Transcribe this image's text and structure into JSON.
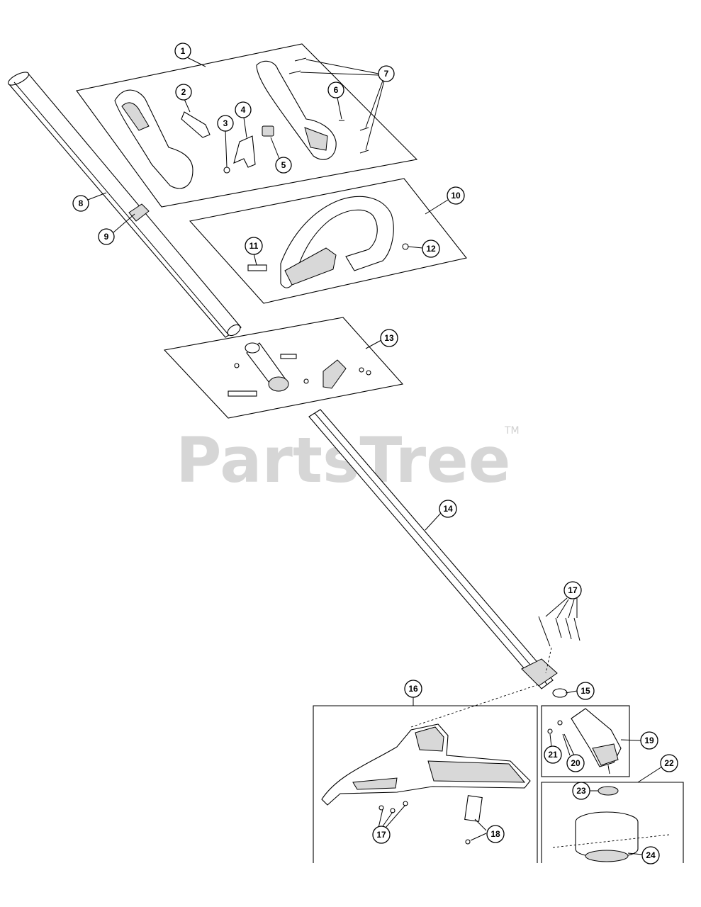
{
  "watermark": {
    "text": "PartsTree",
    "trademark": "TM"
  },
  "callouts": [
    "1",
    "2",
    "3",
    "4",
    "5",
    "6",
    "7",
    "8",
    "9",
    "10",
    "11",
    "12",
    "13",
    "14",
    "15",
    "16",
    "17",
    "18",
    "19",
    "20",
    "21",
    "22",
    "23",
    "24"
  ],
  "colors": {
    "line": "#000000",
    "background": "#ffffff",
    "watermark": "#d6d6d6",
    "shading": "#d8d8d8"
  }
}
